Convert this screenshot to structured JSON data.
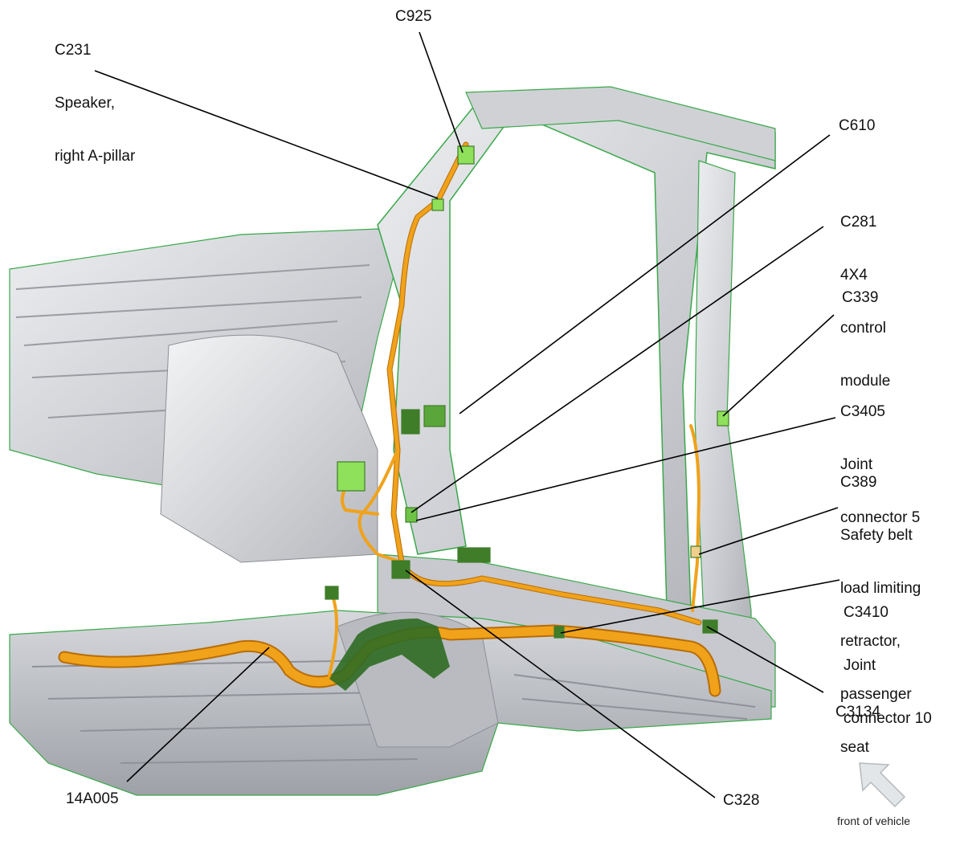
{
  "callouts": {
    "c231": [
      "C231",
      "Speaker,",
      "right A-pillar"
    ],
    "c925": "C925",
    "c610": "C610",
    "c281": [
      "C281",
      "4X4",
      "control",
      "module"
    ],
    "c339": "C339",
    "c3405": [
      "C3405",
      "Joint",
      "connector 5"
    ],
    "c389": [
      "C389",
      "Safety belt",
      "load limiting",
      "retractor,",
      "passenger",
      "seat"
    ],
    "c3410": [
      "C3410",
      "Joint",
      "connector 10"
    ],
    "c3134": "C3134",
    "c328": "C328",
    "p14a005": "14A005"
  },
  "orientation": {
    "label": "front of vehicle"
  },
  "colors": {
    "body_panel": "#d9dade",
    "body_shadow": "#a8aab0",
    "panel_edge": "#3aa84a",
    "harness": "#f0a21a",
    "harness_dark": "#b86d08",
    "connector": "#8fe05a",
    "connector_dark": "#3f7d28",
    "grommet": "#2f6b23",
    "leader_line": "#000000",
    "arrow": "#e3e6e8"
  }
}
